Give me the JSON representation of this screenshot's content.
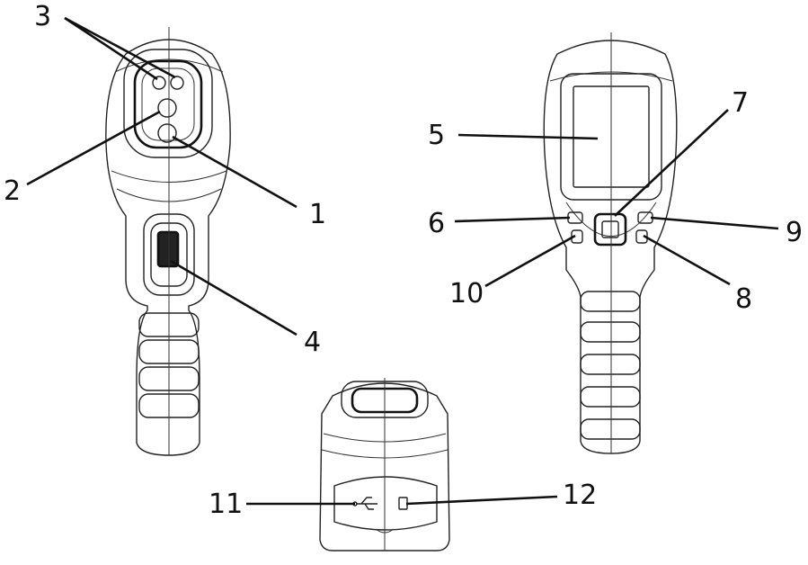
{
  "colors": {
    "line": "#111111",
    "background": "#ffffff"
  },
  "callouts": {
    "c1": "1",
    "c2": "2",
    "c3": "3",
    "c4": "4",
    "c5": "5",
    "c6": "6",
    "c7": "7",
    "c8": "8",
    "c9": "9",
    "c10": "10",
    "c11": "11",
    "c12": "12"
  },
  "views": [
    "front-view",
    "rear-view",
    "bottom-view"
  ]
}
